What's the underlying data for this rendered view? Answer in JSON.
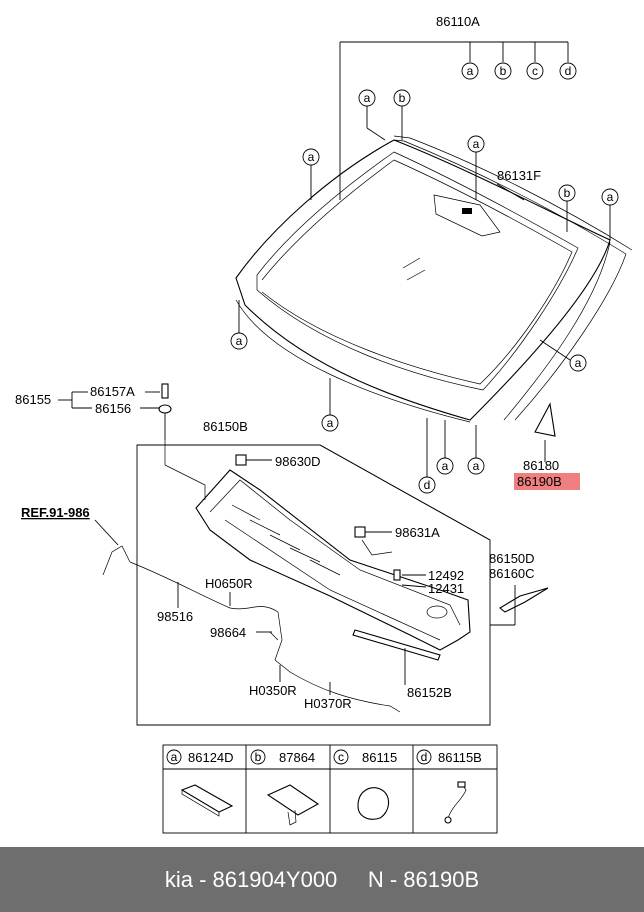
{
  "parts": {
    "p86110A": "86110A",
    "p86131F": "86131F",
    "p86155": "86155",
    "p86157A": "86157A",
    "p86156": "86156",
    "p86150B": "86150B",
    "p98630D": "98630D",
    "p98631A": "98631A",
    "p12492": "12492",
    "p12431": "12431",
    "p86150D": "86150D",
    "p86160C": "86160C",
    "p86180": "86180",
    "p86190B": "86190B",
    "ref": "REF.91-986",
    "pH0650R": "H0650R",
    "p98516": "98516",
    "p98664": "98664",
    "pH0350R": "H0350R",
    "pH0370R": "H0370R",
    "p86152B": "86152B"
  },
  "callouts": {
    "a": "a",
    "b": "b",
    "c": "c",
    "d": "d"
  },
  "legend": [
    {
      "letter": "a",
      "part": "86124D"
    },
    {
      "letter": "b",
      "part": "87864"
    },
    {
      "letter": "c",
      "part": "86115"
    },
    {
      "letter": "d",
      "part": "86115B"
    }
  ],
  "footer": {
    "text": "kia - 861904Y000     N - 86190B"
  },
  "colors": {
    "highlight": "#f08080",
    "footer_bg": "#6e6e6e"
  }
}
